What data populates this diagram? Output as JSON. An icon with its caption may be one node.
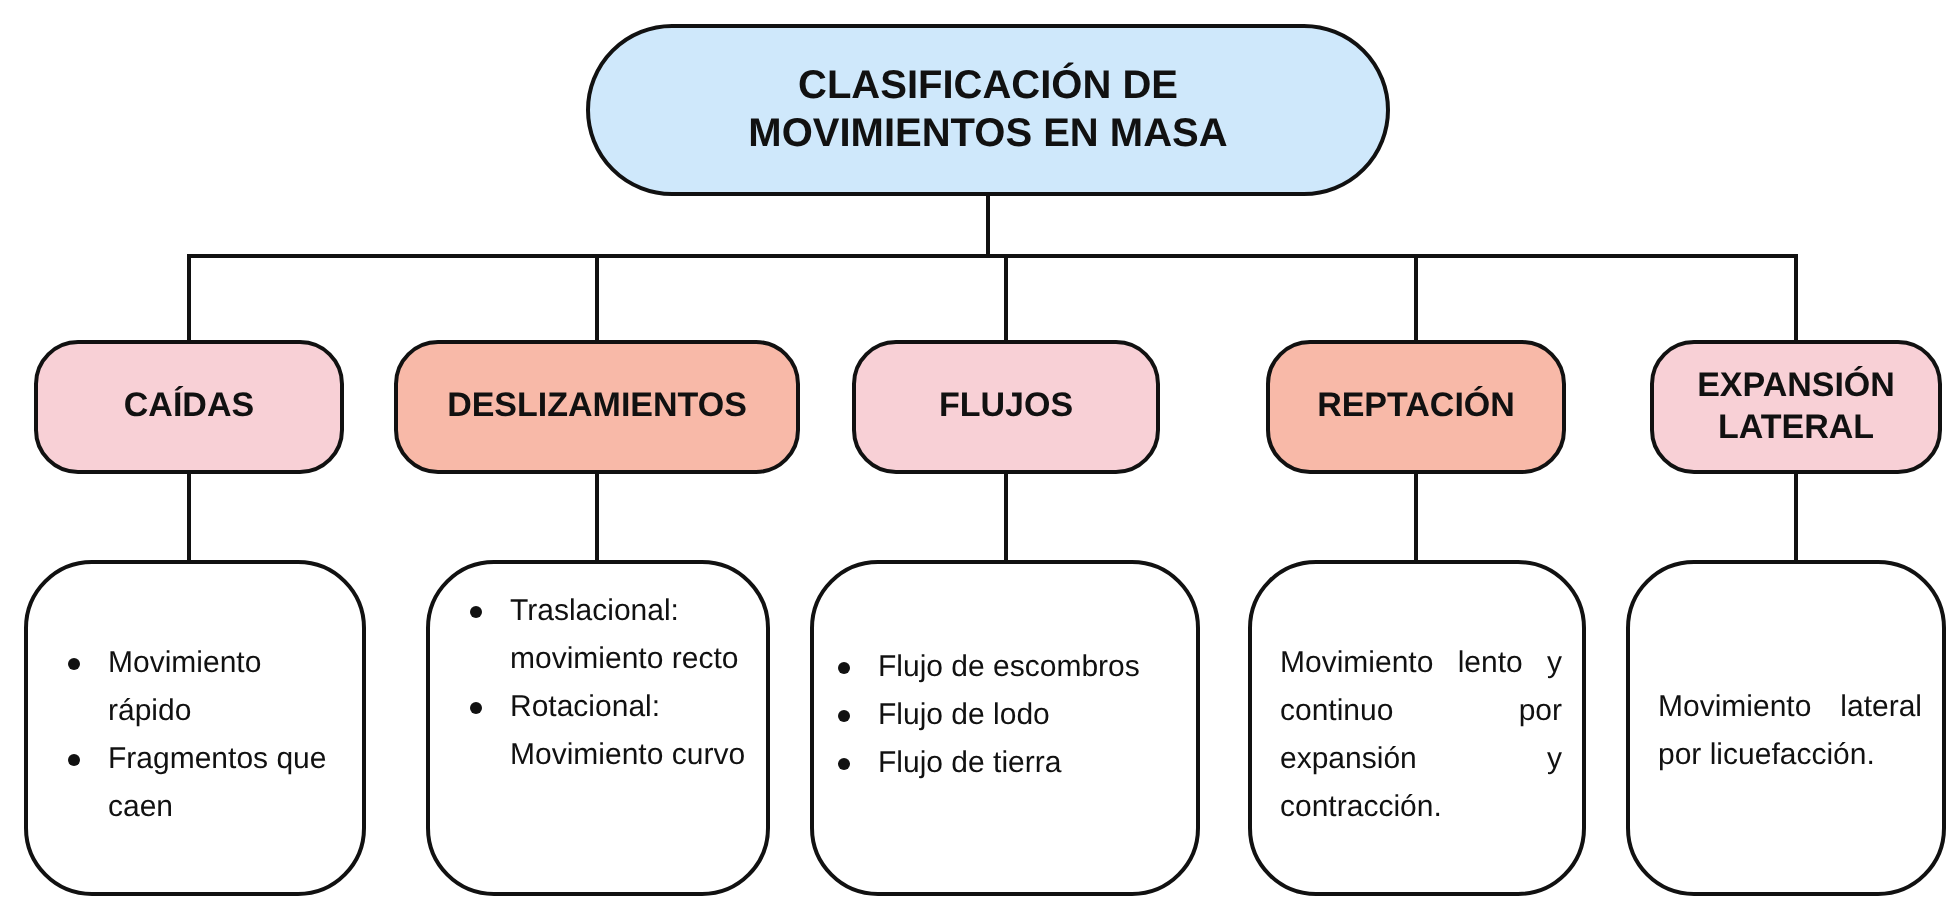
{
  "diagram": {
    "nodes": [
      {
        "text": [
          "CLASIFICACIÓN DE MOVIMIENTOS EN MASA"
        ]
      },
      {
        "text": [
          "CAÍDAS"
        ]
      },
      {
        "text": [
          "DESLIZAMIENTOS"
        ]
      },
      {
        "text": [
          "FLUJOS"
        ]
      },
      {
        "text": [
          "REPTACIÓN"
        ]
      },
      {
        "text": [
          "EXPANSIÓN LATERAL"
        ]
      },
      {
        "text": [
          "Movimiento rápido",
          "Fragmentos que caen"
        ]
      },
      {
        "text": [
          "Traslacional: movimiento recto",
          "Rotacional: Movimiento curvo"
        ]
      },
      {
        "text": [
          "Flujo de escombros",
          "Flujo de lodo",
          "Flujo de tierra"
        ]
      },
      {
        "text": [
          "Movimiento lento y continuo por expansión y contracción."
        ]
      },
      {
        "text": [
          "Movimiento lateral por licuefacción."
        ]
      }
    ],
    "edges": [
      {
        "from": 0,
        "to": 1,
        "arrow": "none"
      },
      {
        "from": 0,
        "to": 2,
        "arrow": "none"
      },
      {
        "from": 0,
        "to": 3,
        "arrow": "none"
      },
      {
        "from": 0,
        "to": 4,
        "arrow": "none"
      },
      {
        "from": 0,
        "to": 5,
        "arrow": "none"
      },
      {
        "from": 1,
        "to": 6,
        "arrow": "none"
      },
      {
        "from": 2,
        "to": 7,
        "arrow": "none"
      },
      {
        "from": 3,
        "to": 8,
        "arrow": "none"
      },
      {
        "from": 4,
        "to": 9,
        "arrow": "none"
      },
      {
        "from": 5,
        "to": 10,
        "arrow": "none"
      }
    ]
  }
}
